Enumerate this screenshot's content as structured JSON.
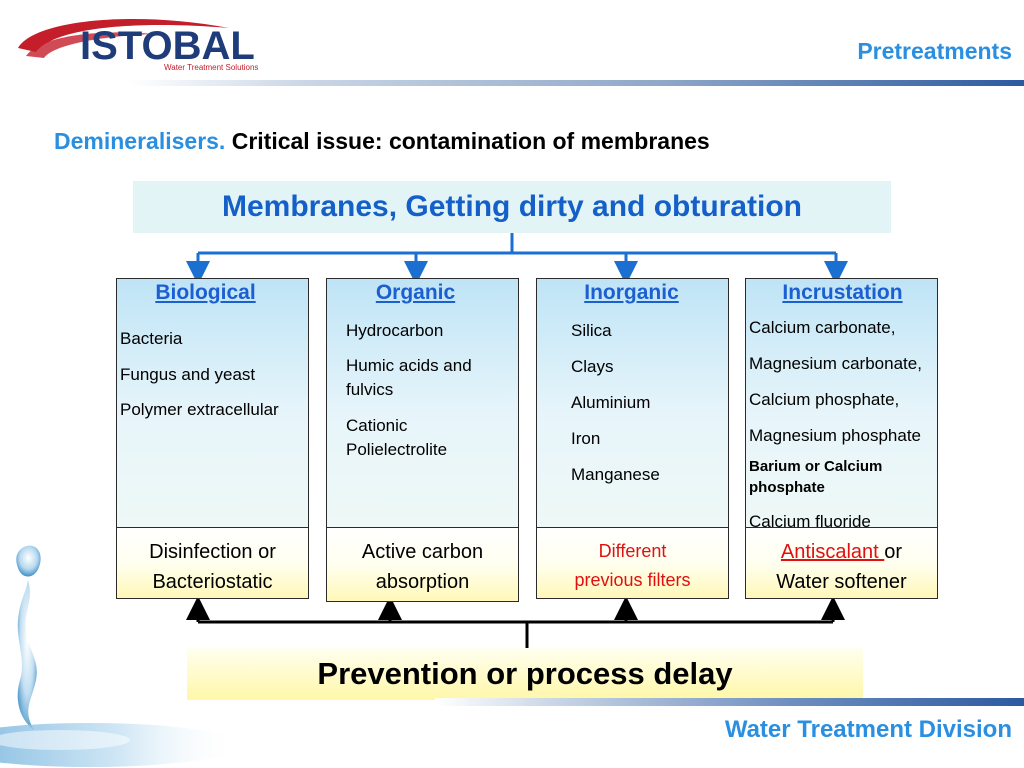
{
  "header": {
    "logo_text": "ISTOBAL",
    "logo_tagline": "Water Treatment Solutions",
    "section_title": "Pretreatments"
  },
  "subtitle": {
    "blue_part": "Demineralisers.",
    "black_part": "Critical issue: contamination of membranes"
  },
  "main_title": "Membranes, Getting dirty and obturation",
  "columns": [
    {
      "title": "Biological",
      "items": [
        "Bacteria",
        "Fungus and yeast",
        "Polymer extracellular"
      ],
      "solution": [
        "Disinfection or",
        "Bacteriostatic"
      ]
    },
    {
      "title": "Organic",
      "items": [
        "Hydrocarbon",
        "Humic acids and",
        "fulvics",
        "Cationic",
        "Polielectrolite"
      ],
      "solution": [
        "Active carbon",
        "absorption"
      ]
    },
    {
      "title": "Inorganic",
      "items": [
        "Silica",
        "Clays",
        "Aluminium",
        "Iron",
        "Manganese"
      ],
      "solution": [
        "Different",
        "previous filters"
      ]
    },
    {
      "title": "Incrustation",
      "items": [
        "Calcium carbonate,",
        "Magnesium carbonate,",
        "Calcium phosphate,",
        "Magnesium phosphate",
        "Barium or Calcium",
        "phosphate",
        "Calcium fluoride"
      ],
      "solution_red": "Antiscalant ",
      "solution_tail": "or",
      "solution_line2": "Water softener"
    }
  ],
  "bottom_title": "Prevention or process delay",
  "footer": "Water Treatment Division",
  "colors": {
    "accent_blue": "#2a8fe0",
    "title_blue": "#1560c8",
    "connector_blue": "#1a6fd0",
    "highlight_red": "#e01010",
    "logo_red": "#c41e2a",
    "logo_navy": "#1f3c7a"
  }
}
